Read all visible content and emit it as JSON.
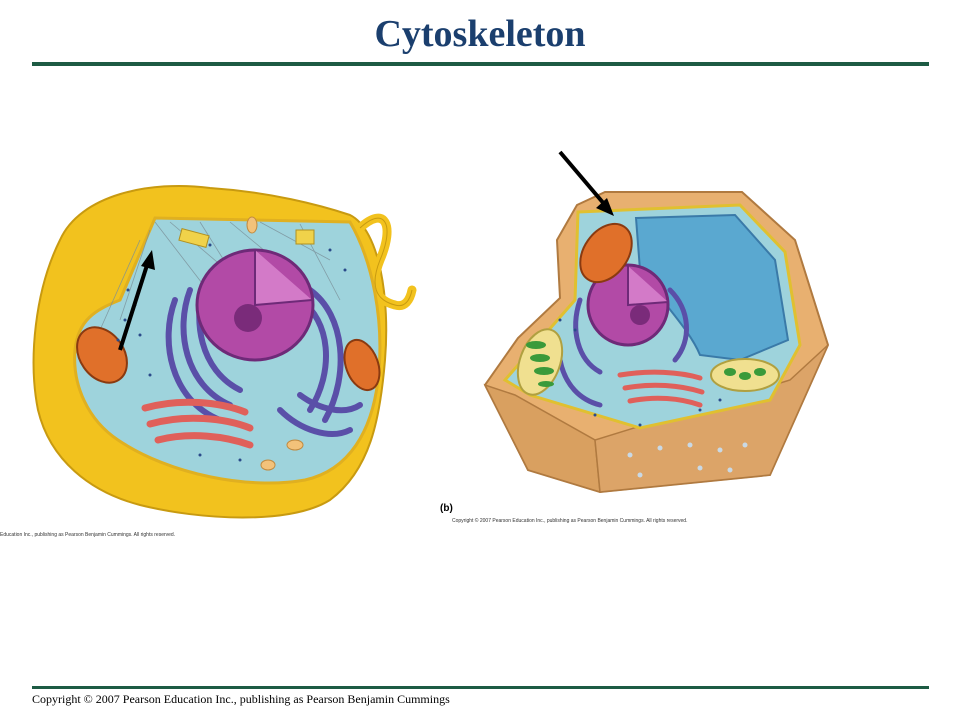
{
  "slide": {
    "title": "Cytoskeleton",
    "footer": "Copyright © 2007 Pearson Education Inc., publishing as Pearson Benjamin Cummings"
  },
  "figure": {
    "panel_label": "(b)",
    "credit_left": "Education Inc., publishing as Pearson Benjamin Cummings. All rights reserved.",
    "credit_right": "Copyright © 2007 Pearson Education Inc., publishing as Pearson Benjamin Cummings. All rights reserved."
  },
  "colors": {
    "title": "#1b3f6e",
    "rule": "#1d5b44",
    "animal_membrane": "#f2c21e",
    "cytoplasm": "#9ed3dc",
    "nucleus": "#b24aa6",
    "er": "#5a4fa8",
    "golgi": "#e0605a",
    "mitochondria": "#e0702a",
    "cell_wall": "#e8b070",
    "chloroplast": "#3a9a3a",
    "vacuole": "#5aa8d0"
  }
}
